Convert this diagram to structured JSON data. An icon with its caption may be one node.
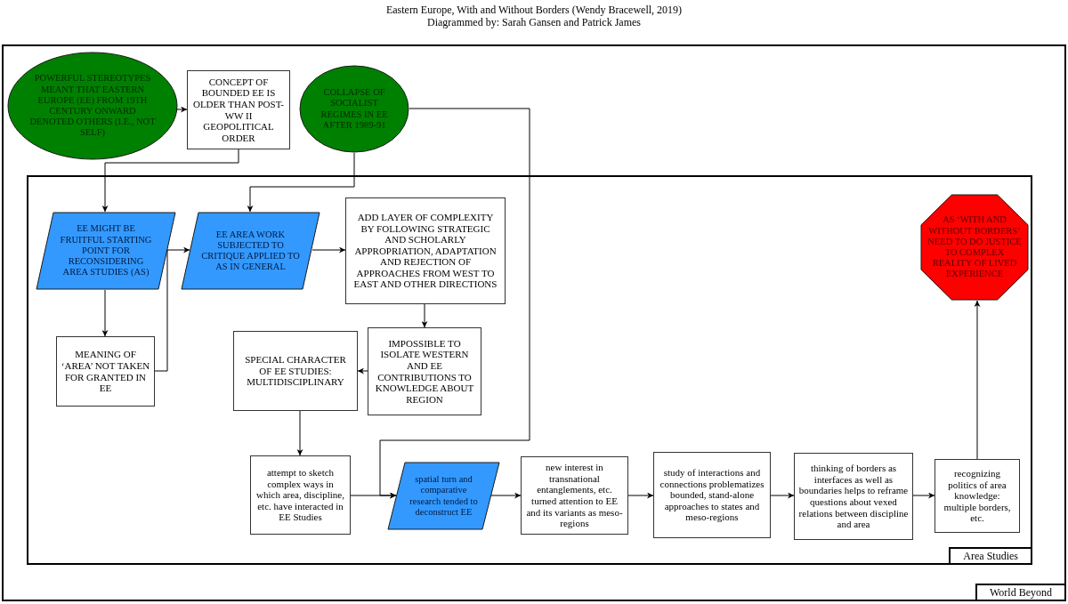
{
  "diagram": {
    "title": "Eastern Europe, With and Without Borders (Wendy Bracewell, 2019)",
    "nodes": [
      {
        "text": [
          "World Beyond"
        ]
      },
      {
        "text": [
          "POWERFUL STEREOTYPES MEANT THAT EASTERN EUROPE (EE) FROM 19TH CENTURY ONWARD DENOTED OTHERS (I.E., NOT SELF)"
        ],
        "in": 0
      },
      {
        "text": [
          "CONCEPT OF BOUNDED EE IS OLDER THAN POST-WW II GEOPOLITICAL ORDER"
        ],
        "in": 0
      },
      {
        "text": [
          "COLLAPSE OF SOCIALIST REGIMES IN EE AFTER 1989-91"
        ],
        "in": 0
      },
      {
        "text": [
          "Area Studies"
        ],
        "in": 0
      },
      {
        "text": [
          "EE MIGHT BE FRUITFUL STARTING POINT FOR RECONSIDERING AREA STUDIES (AS)"
        ],
        "in": 4
      },
      {
        "text": [
          "EE AREA WORK SUBJECTED TO CRITIQUE APPLIED TO AS IN GENERAL"
        ],
        "in": 4
      },
      {
        "text": [
          "ADD LAYER OF COMPLEXITY BY FOLLOWING STRATEGIC AND SCHOLARLY APPROPRIATION, ADAPTATION AND REJECTION OF APPROACHES FROM WEST TO EAST AND OTHER DIRECTIONS"
        ],
        "in": 4
      },
      {
        "text": [
          "MEANING OF ‘AREA’ NOT TAKEN FOR GRANTED IN EE"
        ],
        "in": 4
      },
      {
        "text": [
          "SPECIAL CHARACTER OF EE STUDIES: MULTIDISCIPLINARY"
        ],
        "in": 4
      },
      {
        "text": [
          "IMPOSSIBLE TO ISOLATE WESTERN AND EE CONTRIBUTIONS TO KNOWLEDGE ABOUT REGION"
        ],
        "in": 4
      },
      {
        "text": [
          "attempt to sketch complex ways in which area, discipline, etc. have interacted in EE Studies"
        ],
        "in": 4
      },
      {
        "text": [
          "spatial turn and comparative research tended to deconstruct EE"
        ],
        "in": 4
      },
      {
        "text": [
          "new interest in transnational entanglements, etc. turned attention to EE and its variants as meso-regions"
        ],
        "in": 4
      },
      {
        "text": [
          "study of interactions and connections problematizes bounded, stand-alone approaches to states and meso-regions"
        ],
        "in": 4
      },
      {
        "text": [
          "thinking of borders as interfaces as well as boundaries helps to reframe questions about vexed relations between discipline and area"
        ],
        "in": 4
      },
      {
        "text": [
          "recognizing politics of area knowledge: multiple borders, etc."
        ],
        "in": 4
      },
      {
        "text": [
          "AS ‘WITH AND WITHOUT BORDERS’ NEED TO DO JUSTICE TO COMPLEX REALITY OF LIVED EXPERIENCE"
        ],
        "in": 4
      }
    ],
    "edges": [
      {
        "from": 1,
        "to": 2,
        "arrow": "to"
      },
      {
        "from": 2,
        "to": 5,
        "arrow": "to"
      },
      {
        "from": 3,
        "to": 6,
        "arrow": "to"
      },
      {
        "from": 3,
        "to": 12,
        "arrow": "to"
      },
      {
        "from": 5,
        "to": 8,
        "arrow": "to"
      },
      {
        "from": 8,
        "to": 6,
        "arrow": "to"
      },
      {
        "from": 6,
        "to": 7,
        "arrow": "to"
      },
      {
        "from": 7,
        "to": 10,
        "arrow": "to"
      },
      {
        "from": 10,
        "to": 9,
        "arrow": "to"
      },
      {
        "from": 9,
        "to": 11,
        "arrow": "to"
      },
      {
        "from": 11,
        "to": 12,
        "arrow": "to"
      },
      {
        "from": 12,
        "to": 13,
        "arrow": "to"
      },
      {
        "from": 13,
        "to": 14,
        "arrow": "to"
      },
      {
        "from": 14,
        "to": 15,
        "arrow": "to"
      },
      {
        "from": 15,
        "to": 16,
        "arrow": "to"
      },
      {
        "from": 16,
        "to": 17,
        "arrow": "to"
      }
    ],
    "labels": [
      "Diagrammed by: Sarah Gansen and Patrick James"
    ]
  }
}
